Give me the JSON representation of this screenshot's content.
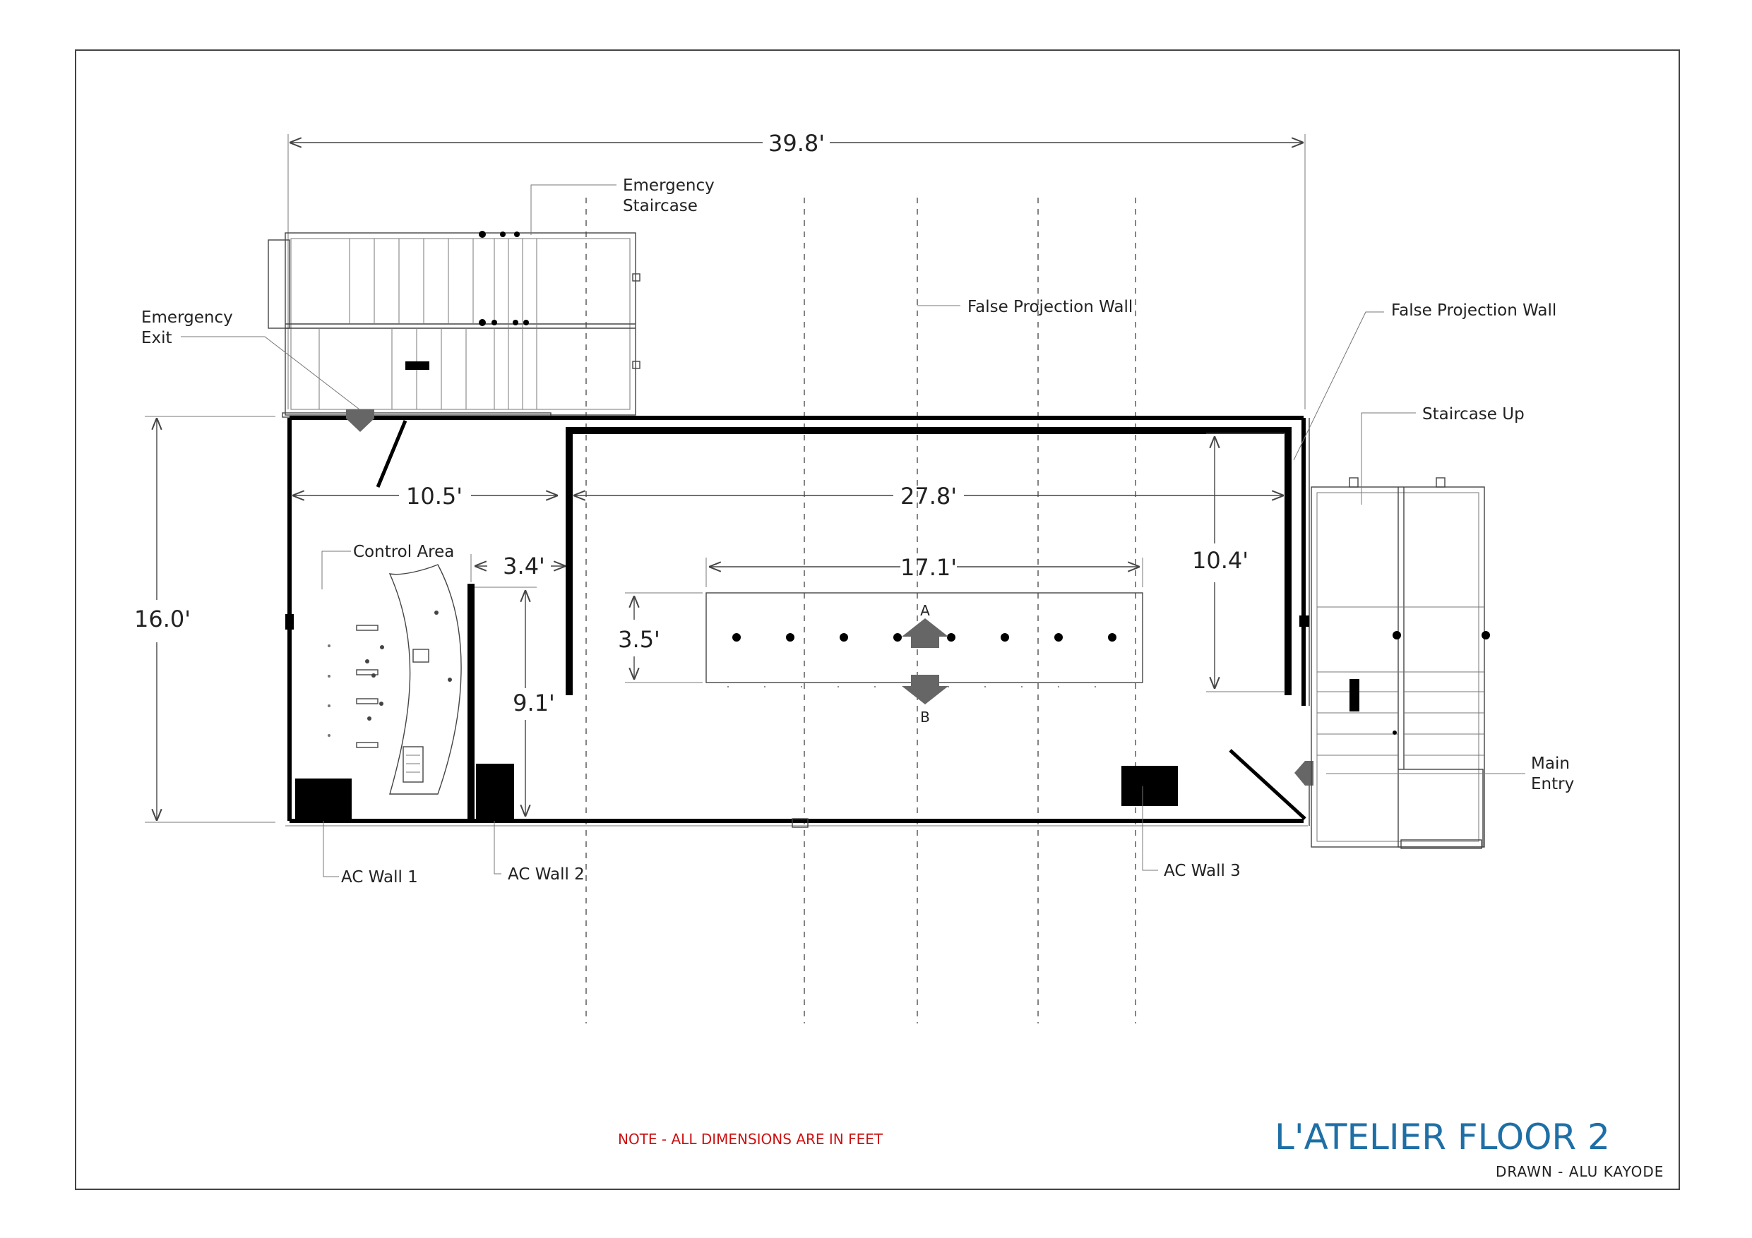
{
  "title": "L'ATELIER FLOOR 2",
  "drawn_by": "DRAWN - ALU KAYODE",
  "note": "NOTE - ALL DIMENSIONS ARE IN FEET",
  "labels": {
    "emergency_staircase_1": "Emergency",
    "emergency_staircase_2": "Staircase",
    "emergency_exit_1": "Emergency",
    "emergency_exit_2": "Exit",
    "false_projection_wall_center": "False Projection Wall",
    "false_projection_wall_right": "False Projection Wall",
    "staircase_up": "Staircase Up",
    "main_entry_1": "Main",
    "main_entry_2": "Entry",
    "control_area": "Control Area",
    "ac_wall_1": "AC Wall 1",
    "ac_wall_2": "AC Wall 2",
    "ac_wall_3": "AC Wall 3",
    "marker_a": "A",
    "marker_b": "B"
  },
  "dimensions": {
    "overall_width": "39.8'",
    "overall_depth": "16.0'",
    "control_width": "10.5'",
    "main_width": "27.8'",
    "wall_gap": "3.4'",
    "partition_height": "9.1'",
    "projection_height": "10.4'",
    "stage_width": "17.1'",
    "stage_depth": "3.5'"
  }
}
